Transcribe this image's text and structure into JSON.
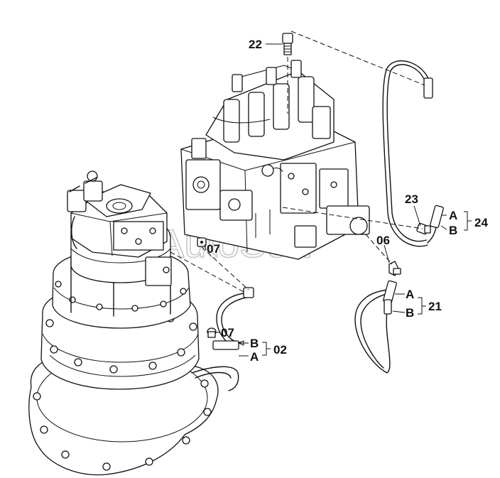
{
  "watermark": "AutoSoft",
  "callouts": {
    "c22": "22",
    "c07a": "07",
    "c07b": "07",
    "c23": "23",
    "c24": "24",
    "c24a": "A",
    "c24b": "B",
    "c06": "06",
    "c21": "21",
    "c21a": "A",
    "c21b": "B",
    "c02": "02",
    "c02b": "B",
    "c02a": "A"
  }
}
